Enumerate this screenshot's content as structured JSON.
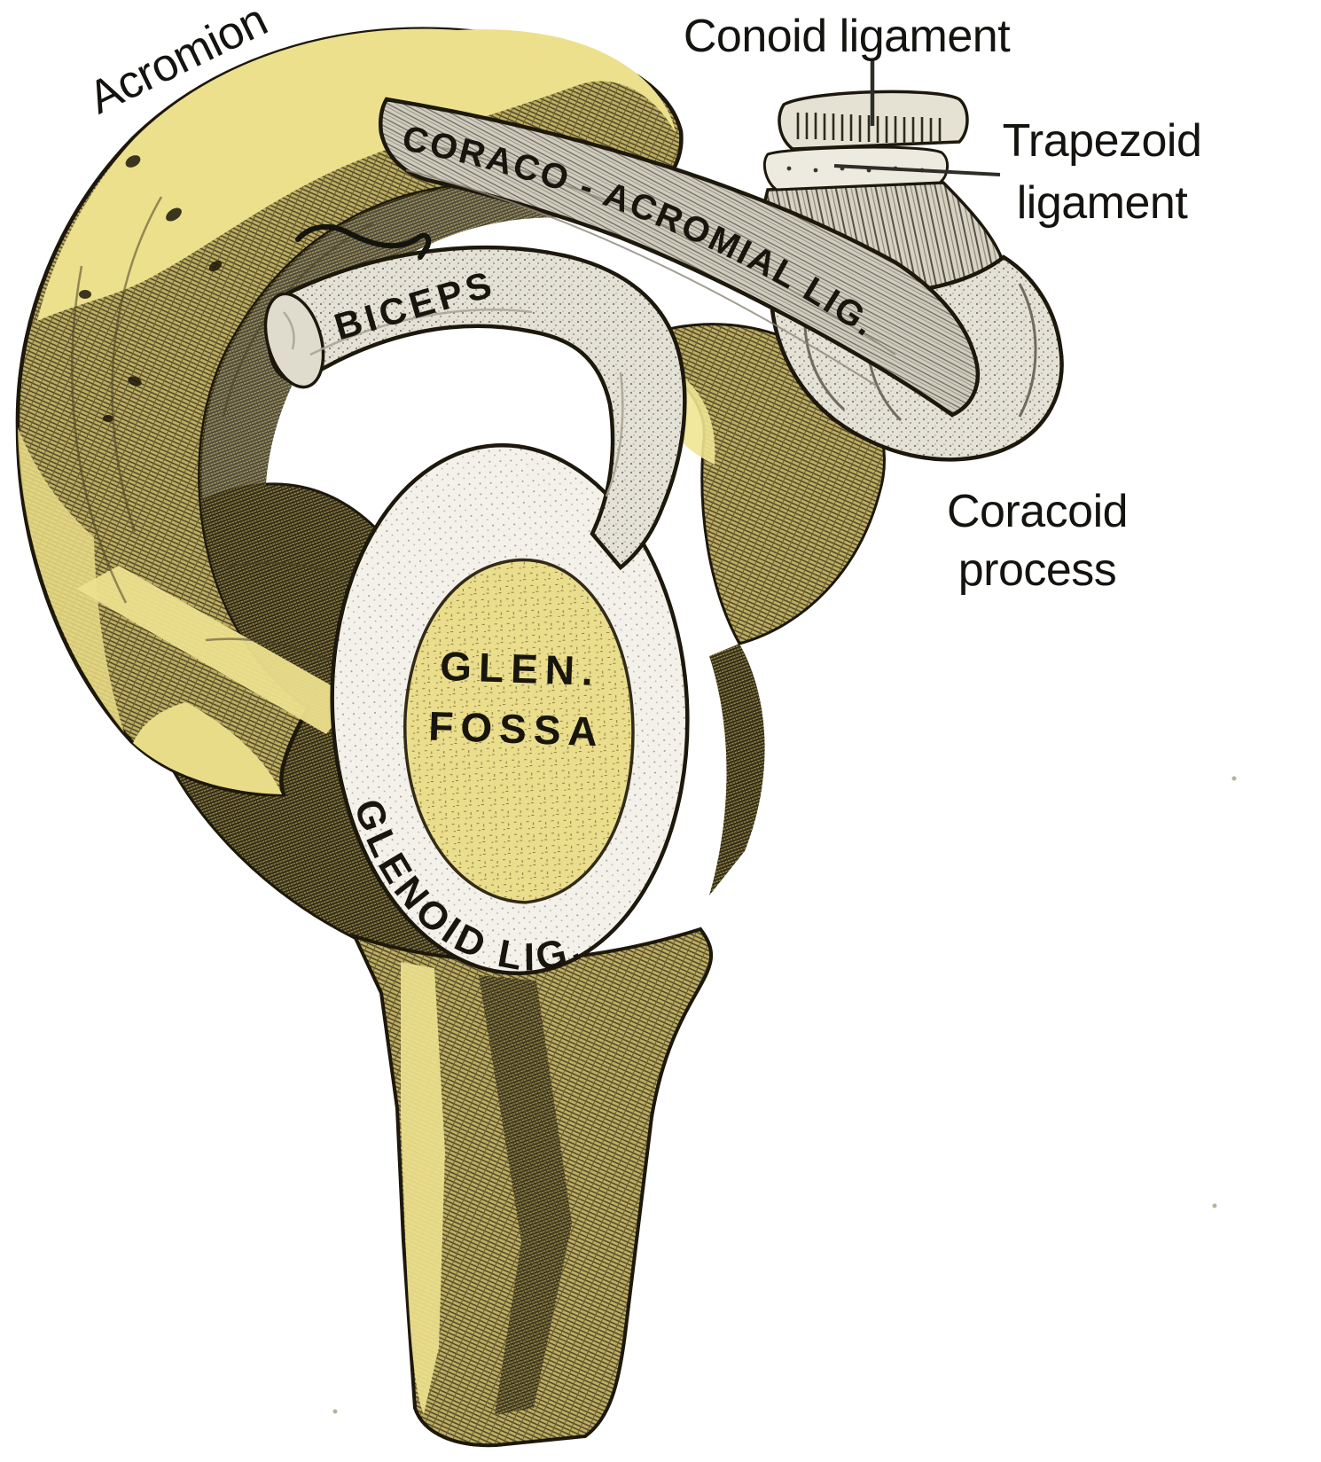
{
  "annotation_labels": {
    "acromion": "Acromion",
    "conoid_ligament": "Conoid ligament",
    "trapezoid_line1": "Trapezoid",
    "trapezoid_line2": "ligament",
    "coracoid_line1": "Coracoid",
    "coracoid_line2": "process"
  },
  "engraved_labels": {
    "coraco_acromial_lig": "CORACO - ACROMIAL LIG.",
    "biceps": "BICEPS",
    "glen_line1": "GLEN.",
    "glen_line2": "FOSSA",
    "glenoid_lig": "GLENOID LIG."
  },
  "colors": {
    "background": "#ffffff",
    "bone_highlight_yellow": "#ece08c",
    "bone_olive": "#bfaf63",
    "bone_olive_dark": "#8f8147",
    "ligament_gray": "#d0ccbf",
    "tendon_white": "#f3f1ea",
    "fossa_yellow": "#eadd8c",
    "ink": "#1d180c"
  }
}
